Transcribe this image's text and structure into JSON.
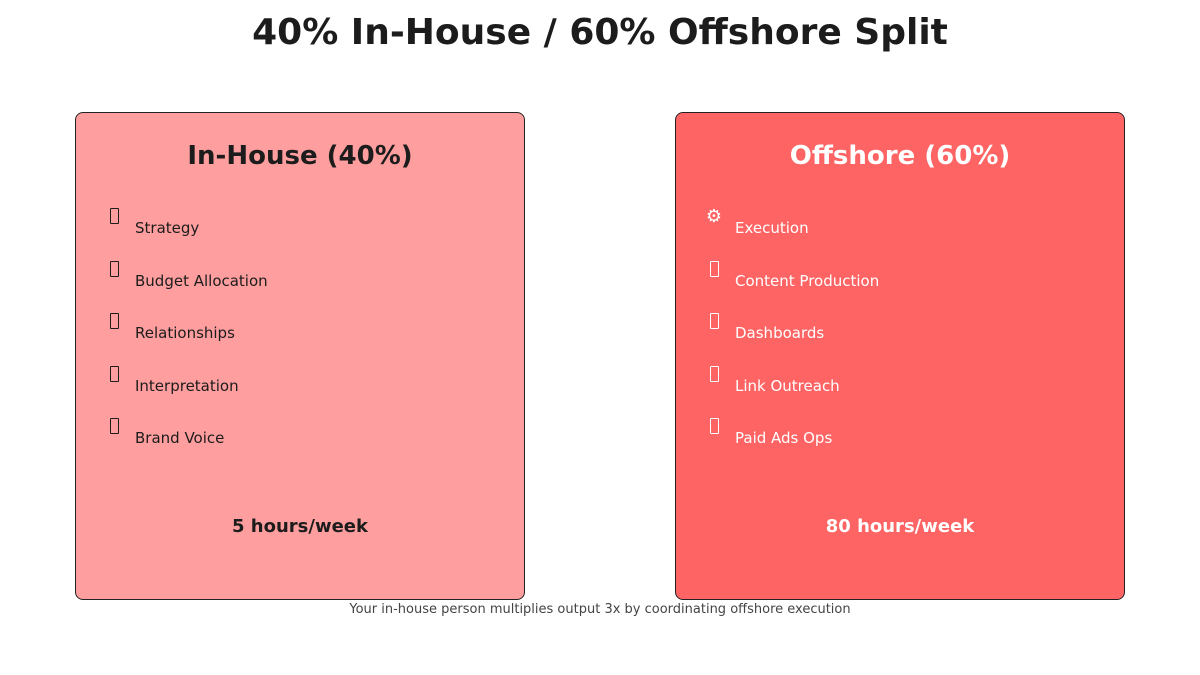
{
  "title": "40% In-House / 60% Offshore Split",
  "panels": [
    {
      "title": "In-House (40%)",
      "fill": "#ff9e9e",
      "text_color": "#1c1c1c",
      "items": [
        {
          "icon": "missing-glyph-icon",
          "label": "Strategy"
        },
        {
          "icon": "missing-glyph-icon",
          "label": "Budget Allocation"
        },
        {
          "icon": "missing-glyph-icon",
          "label": "Relationships"
        },
        {
          "icon": "missing-glyph-icon",
          "label": "Interpretation"
        },
        {
          "icon": "missing-glyph-icon",
          "label": "Brand Voice"
        }
      ],
      "hours": "5 hours/week"
    },
    {
      "title": "Offshore (60%)",
      "fill": "#ff6464",
      "text_color": "#ffffff",
      "items": [
        {
          "icon": "gear-icon",
          "glyph": "⚙",
          "label": "Execution"
        },
        {
          "icon": "missing-glyph-icon",
          "label": "Content Production"
        },
        {
          "icon": "missing-glyph-icon",
          "label": "Dashboards"
        },
        {
          "icon": "missing-glyph-icon",
          "label": "Link Outreach"
        },
        {
          "icon": "missing-glyph-icon",
          "label": "Paid Ads Ops"
        }
      ],
      "hours": "80 hours/week"
    }
  ],
  "caption": "Your in-house person multiplies output 3x by coordinating offshore execution"
}
